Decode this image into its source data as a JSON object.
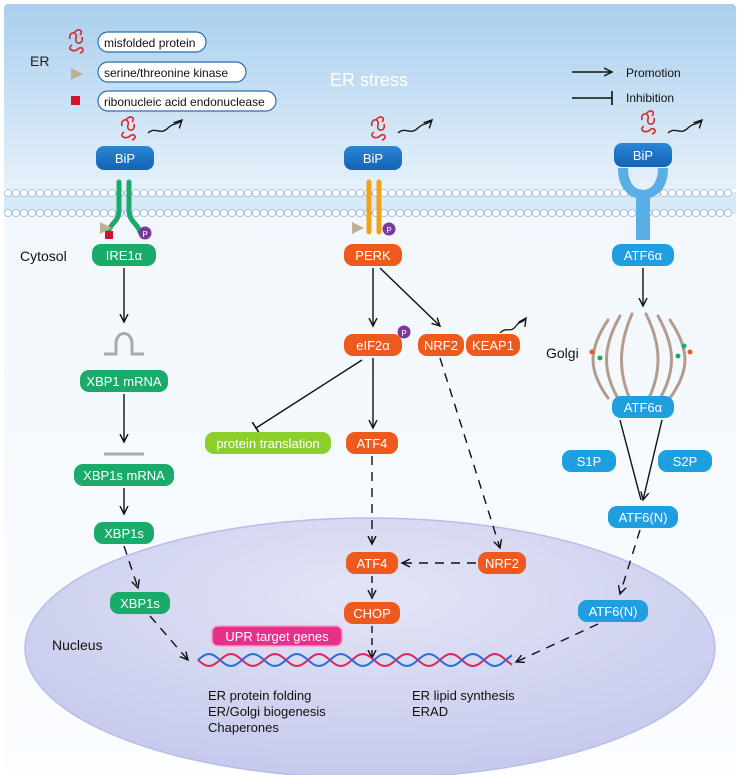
{
  "legend": {
    "compartment": "ER",
    "items": [
      {
        "label": "misfolded protein",
        "icon": "misfolded-protein-icon"
      },
      {
        "label": "serine/threonine kinase",
        "icon": "kinase-triangle-icon"
      },
      {
        "label": "ribonucleic acid endonuclease",
        "icon": "rnase-square-icon"
      }
    ],
    "promotion": "Promotion",
    "inhibition": "Inhibition"
  },
  "regions": {
    "er_stress": "ER stress",
    "cytosol": "Cytosol",
    "golgi": "Golgi",
    "nucleus": "Nucleus"
  },
  "ire1_branch": {
    "bip": "BiP",
    "sensor": "IRE1α",
    "xbp1_mrna": "XBP1 mRNA",
    "xbp1s_mrna": "XBP1s mRNA",
    "xbp1s_cyto": "XBP1s",
    "xbp1s_nuc": "XBP1s"
  },
  "perk_branch": {
    "bip": "BiP",
    "sensor": "PERK",
    "eif2a": "eIF2α",
    "nrf2": "NRF2",
    "keap1": "KEAP1",
    "protein_translation": "protein translation",
    "atf4_cyto": "ATF4",
    "atf4_nuc": "ATF4",
    "nrf2_nuc": "NRF2",
    "chop": "CHOP",
    "phospho": "P"
  },
  "atf6_branch": {
    "bip": "BiP",
    "atf6a_er": "ATF6α",
    "atf6a_golgi": "ATF6α",
    "s1p": "S1P",
    "s2p": "S2P",
    "atf6n_cyto": "ATF6(N)",
    "atf6n_nuc": "ATF6(N)"
  },
  "nucleus_content": {
    "upr_target_genes": "UPR target genes",
    "outcomes_left": [
      "ER protein folding",
      "ER/Golgi biogenesis",
      "Chaperones"
    ],
    "outcomes_right": [
      "ER lipid synthesis",
      "ERAD"
    ]
  },
  "colors": {
    "green": "#1aaa6a",
    "orange": "#ee5a1e",
    "blue": "#1f9ee0",
    "bip": "#1a73c8",
    "lime": "#8ccf2a",
    "pink": "#e8308a",
    "purple": "#7a3a9a",
    "er_bg_top": "#b4d6ef",
    "nucleus": "#cdd0ee"
  }
}
